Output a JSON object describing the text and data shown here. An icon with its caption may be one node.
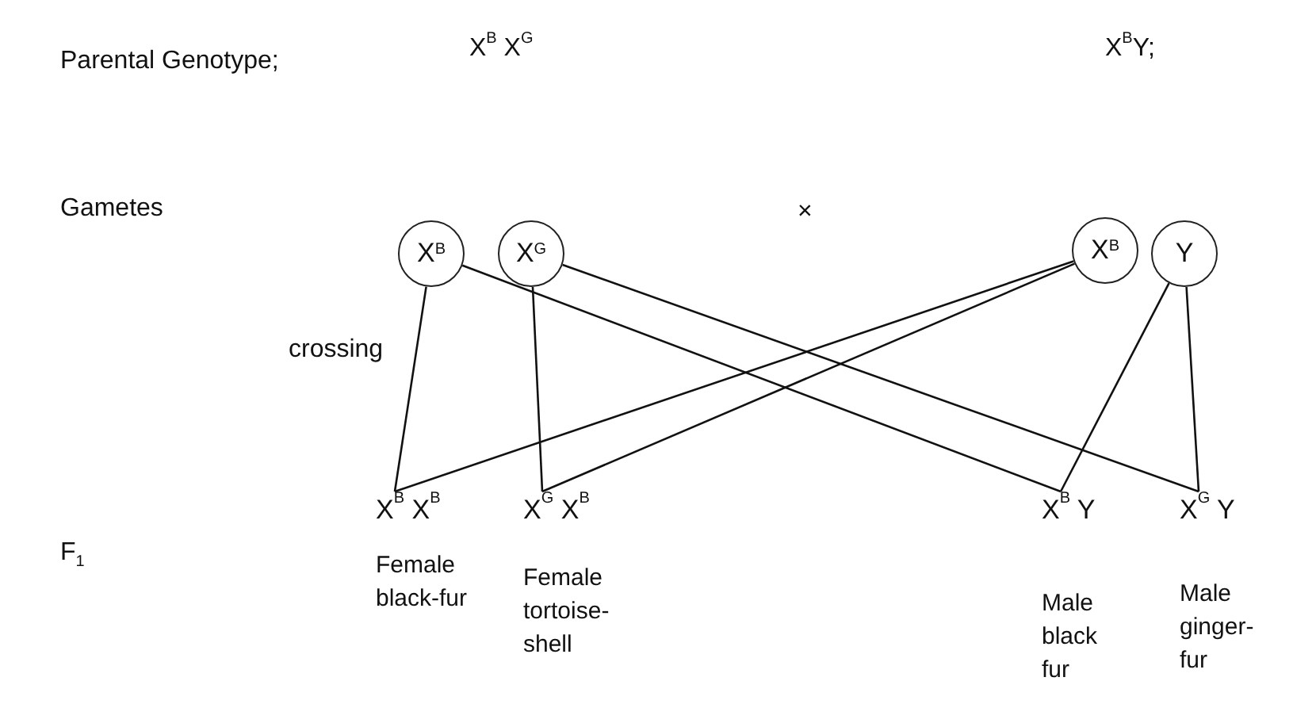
{
  "diagram": {
    "nodes": [
      {
        "text": [
          "X$^{B}$"
        ]
      },
      {
        "text": [
          "X$^{G}$"
        ]
      },
      {
        "text": [
          "X$^{B}$"
        ]
      },
      {
        "text": [
          "Y"
        ]
      },
      {
        "text": [
          "X$^{B}$ X$^{B}$"
        ],
        "beside": [
          "Female black-fur"
        ]
      },
      {
        "text": [
          "X$^{G}$ X$^{B}$"
        ],
        "beside": [
          "Female tortoise-shell"
        ]
      },
      {
        "text": [
          "X$^{B}$ Y"
        ],
        "beside": [
          "Male black fur"
        ]
      },
      {
        "text": [
          "X$^{G}$ Y"
        ],
        "beside": [
          "Male ginger-fur"
        ]
      }
    ],
    "edges": [
      {
        "from": 0,
        "to": 4,
        "arrow": "none"
      },
      {
        "from": 0,
        "to": 6,
        "arrow": "none"
      },
      {
        "from": 1,
        "to": 5,
        "arrow": "none"
      },
      {
        "from": 1,
        "to": 7,
        "arrow": "none"
      },
      {
        "from": 2,
        "to": 4,
        "arrow": "none"
      },
      {
        "from": 2,
        "to": 5,
        "arrow": "none"
      },
      {
        "from": 3,
        "to": 6,
        "arrow": "none"
      },
      {
        "from": 3,
        "to": 7,
        "arrow": "none"
      }
    ],
    "labels": [
      "Parental Genotype;",
      "X$^{B}$ X$^{G}$",
      "X$^{B}$Y;",
      "Gametes",
      "×",
      "crossing",
      "F$_{1}$"
    ]
  }
}
